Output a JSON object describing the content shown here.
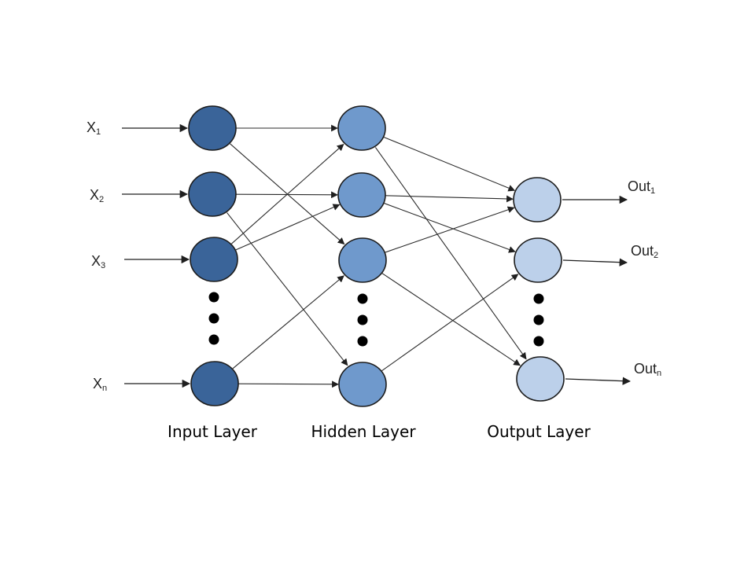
{
  "colors": {
    "input_node": "#3a6499",
    "hidden_node": "#6f99cc",
    "output_node": "#bcd0ea",
    "stroke": "#1c1c1c",
    "edge": "#2b2b2b",
    "ellipsis_dot": "#000000"
  },
  "inputs": [
    {
      "base": "X",
      "sub": "1"
    },
    {
      "base": "X",
      "sub": "2"
    },
    {
      "base": "X",
      "sub": "3"
    },
    {
      "base": "X",
      "sub": "n"
    }
  ],
  "outputs": [
    {
      "base": "Out",
      "sub": "1"
    },
    {
      "base": "Out",
      "sub": "2"
    },
    {
      "base": "Out",
      "sub": "n"
    }
  ],
  "layers": [
    {
      "name": "input",
      "label": "Input Layer",
      "node_count": 4,
      "has_ellipsis": true
    },
    {
      "name": "hidden",
      "label": "Hidden Layer",
      "node_count": 4,
      "has_ellipsis": true
    },
    {
      "name": "output",
      "label": "Output Layer",
      "node_count": 3,
      "has_ellipsis": true
    }
  ],
  "connections": {
    "input_to_hidden": [
      [
        0,
        0
      ],
      [
        0,
        2
      ],
      [
        1,
        1
      ],
      [
        1,
        3
      ],
      [
        2,
        0
      ],
      [
        2,
        1
      ],
      [
        3,
        2
      ],
      [
        3,
        3
      ]
    ],
    "hidden_to_output": [
      [
        0,
        0
      ],
      [
        0,
        2
      ],
      [
        1,
        0
      ],
      [
        1,
        1
      ],
      [
        2,
        0
      ],
      [
        2,
        2
      ],
      [
        3,
        1
      ]
    ]
  }
}
